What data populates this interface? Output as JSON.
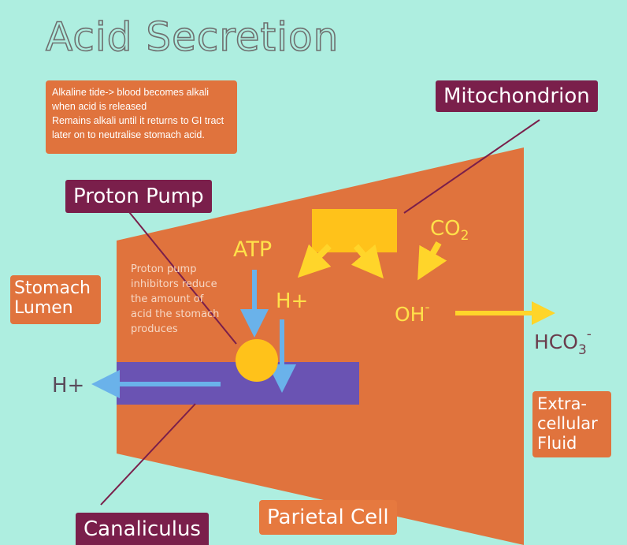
{
  "title": "Acid Secretion",
  "note": {
    "lines": [
      "Alkaline tide-> blood becomes alkali",
      "when acid is released",
      "Remains alkali until it returns to GI tract",
      "later on to neutralise stomach acid."
    ]
  },
  "labels": {
    "mitochondrion": "Mitochondrion",
    "proton_pump": "Proton Pump",
    "stomach_lumen": [
      "Stomach",
      "Lumen"
    ],
    "canaliculus": "Canaliculus",
    "parietal_cell": "Parietal Cell",
    "extracellular_fluid": [
      "Extra-",
      "cellular",
      "Fluid"
    ]
  },
  "inhibitor_note": [
    "Proton pump",
    "inhibitors reduce",
    "the amount of",
    "acid the stomach",
    "produces"
  ],
  "species": {
    "atp": "ATP",
    "co2_main": "CO",
    "co2_sub": "2",
    "h_plus_inside": "H+",
    "oh_main": "OH",
    "oh_sup": "-",
    "h_plus_lumen": "H+",
    "hco3_main": "HCO",
    "hco3_sub": "3",
    "hco3_sup": "-"
  },
  "colors": {
    "background": "#aeeee0",
    "cell": "#e0733d",
    "canaliculus": "#6a53b3",
    "mitochondrion": "#ffc21a",
    "pump": "#ffc21a",
    "blue_arrow": "#6ab2ea",
    "yellow_arrow": "#ffd52a",
    "maroon_label": "#7a1f4b",
    "yellow_text": "#ffe14a"
  }
}
